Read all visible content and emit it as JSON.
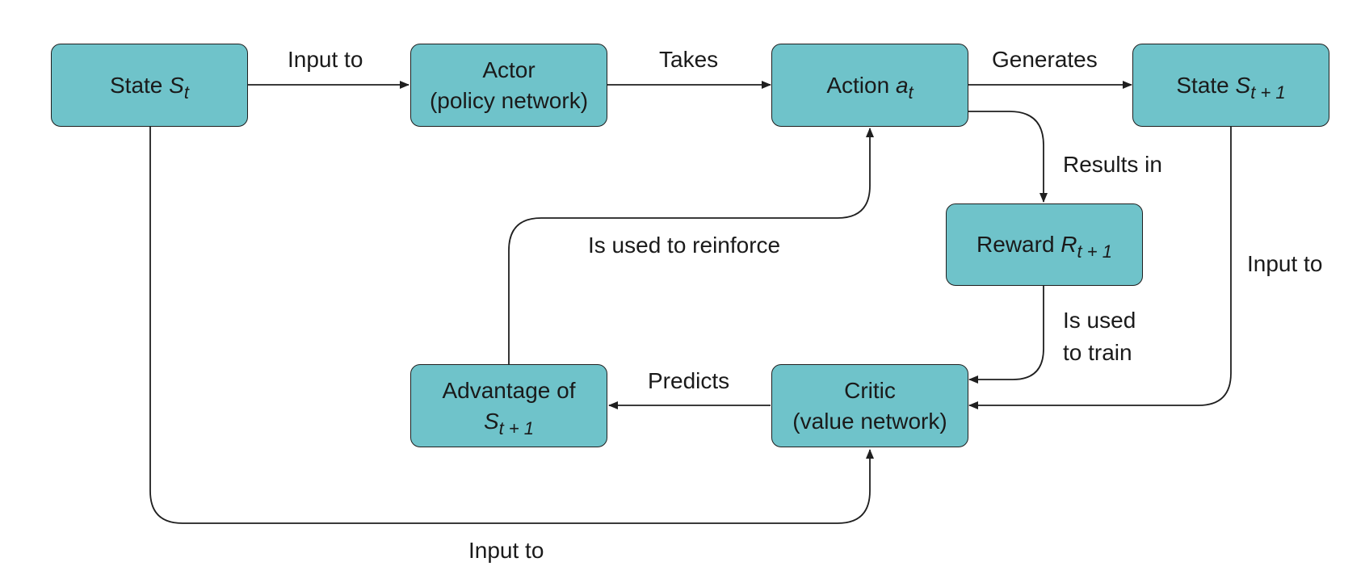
{
  "colors": {
    "node_fill": "#6fc3ca",
    "node_border": "#1f1f1f",
    "edge": "#1f1f1f"
  },
  "nodes": {
    "state_t": {
      "prefix": "State ",
      "var": "S",
      "sub": "t"
    },
    "actor": {
      "line1": "Actor",
      "line2": "(policy network)"
    },
    "action": {
      "prefix": "Action ",
      "var": "a",
      "sub": "t"
    },
    "state_t1": {
      "prefix": "State ",
      "var": "S",
      "sub": "t + 1"
    },
    "reward": {
      "prefix": "Reward ",
      "var": "R",
      "sub": "t + 1"
    },
    "critic": {
      "line1": "Critic",
      "line2": "(value network)"
    },
    "advantage": {
      "line1": "Advantage of",
      "var": "S",
      "sub": "t + 1"
    }
  },
  "edges": {
    "state_to_actor": "Input to",
    "actor_to_action": "Takes",
    "action_to_state": "Generates",
    "action_to_reward": "Results in",
    "advantage_to_action": "Is used to reinforce",
    "state1_to_critic": "Input to",
    "reward_to_critic_1": "Is used",
    "reward_to_critic_2": "to train",
    "critic_to_advantage": "Predicts",
    "state_to_critic": "Input to"
  }
}
